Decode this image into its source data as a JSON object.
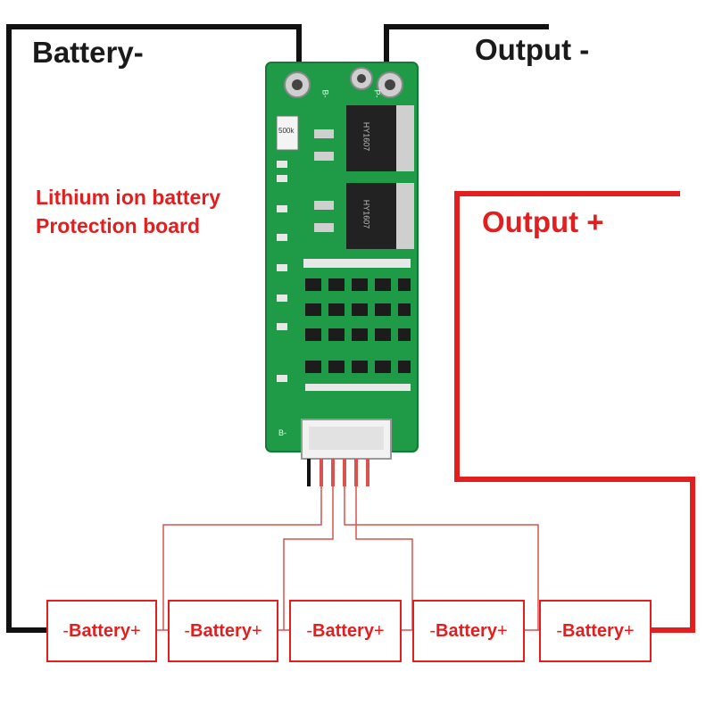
{
  "labels": {
    "battery_minus": "Battery-",
    "output_minus": "Output -",
    "output_plus": "Output +",
    "board_line1": "Lithium ion battery",
    "board_line2": "Protection board"
  },
  "board": {
    "pad_left": "B-",
    "pad_right": "P-",
    "bottom_pad": "B-",
    "capacitor_text": "500k",
    "mosfet_top": "HY1607",
    "mosfet_bottom": "HY1607"
  },
  "cells": [
    {
      "neg": "-",
      "name": "Battery",
      "pos": "+"
    },
    {
      "neg": "-",
      "name": "Battery",
      "pos": "+"
    },
    {
      "neg": "-",
      "name": "Battery",
      "pos": "+"
    },
    {
      "neg": "-",
      "name": "Battery",
      "pos": "+"
    },
    {
      "neg": "-",
      "name": "Battery",
      "pos": "+"
    }
  ],
  "colors": {
    "wire_black": "#111111",
    "wire_red": "#e31e1e",
    "pcb_green": "#1f9a47",
    "sense_wire": "#d9534f"
  }
}
